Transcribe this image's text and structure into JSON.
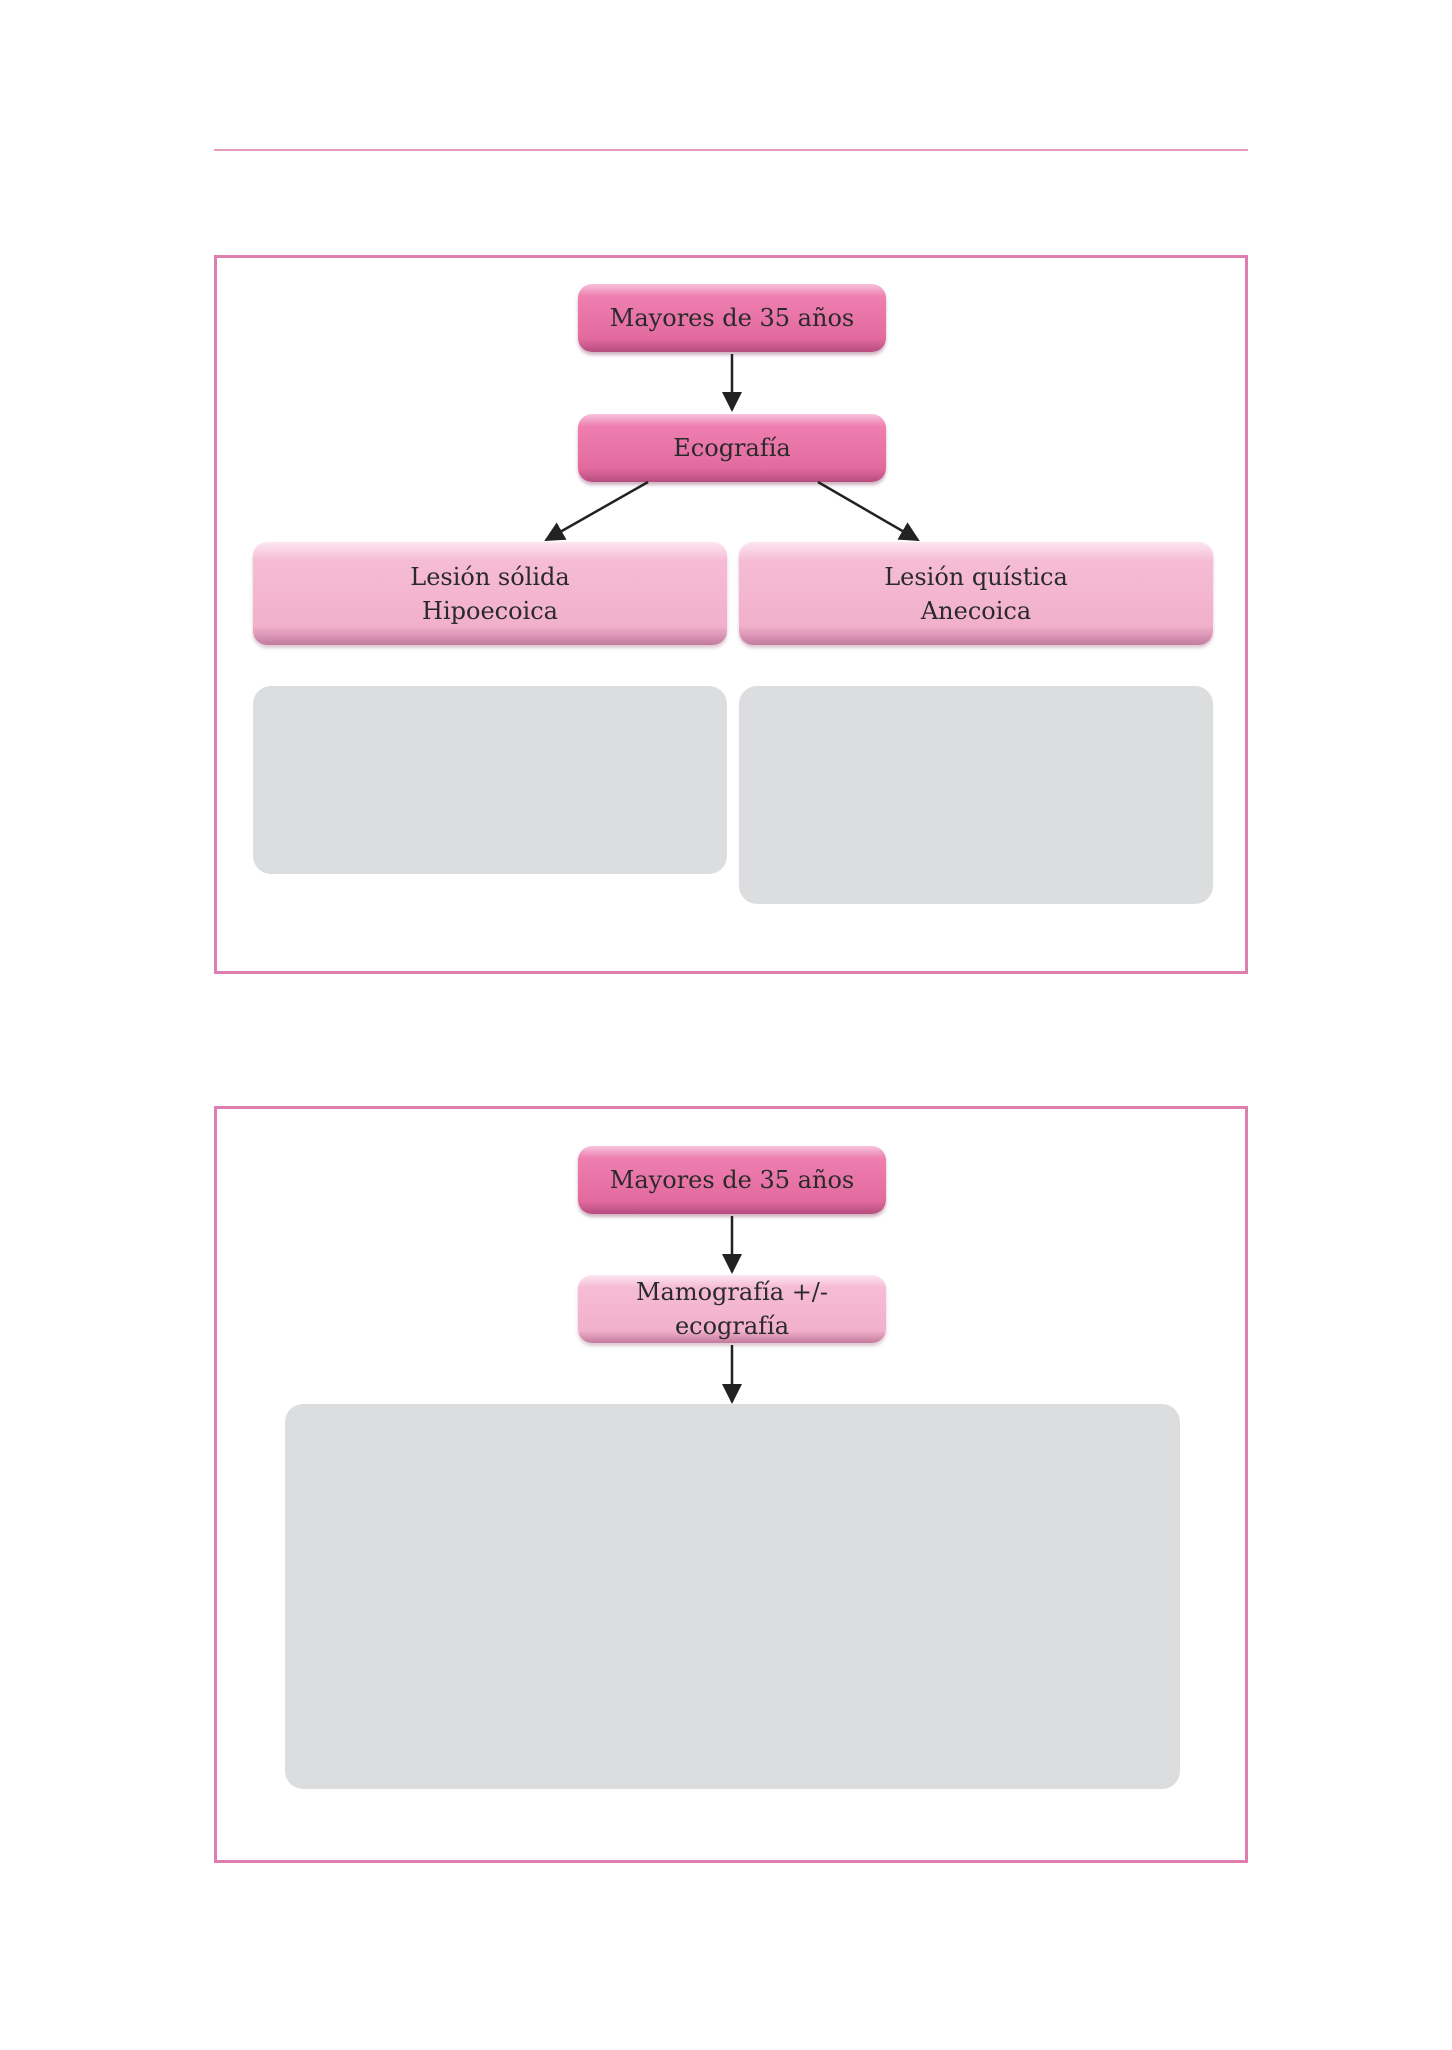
{
  "colors": {
    "frame": "#de7fb0",
    "rule": "#e79bbf",
    "node_dark": "#e36a9f",
    "node_light": "#f1b0cb",
    "placeholder": "#dcdddf",
    "arrow": "#222222"
  },
  "diagram1": {
    "root": "Mayores de 35 años",
    "step": "Ecografía",
    "branches": [
      {
        "line1": "Lesión sólida",
        "line2": "Hipoecoica"
      },
      {
        "line1": "Lesión quística",
        "line2": "Anecoica"
      }
    ]
  },
  "diagram2": {
    "root": "Mayores de 35 años",
    "step": "Mamografía +/- ecografía"
  }
}
